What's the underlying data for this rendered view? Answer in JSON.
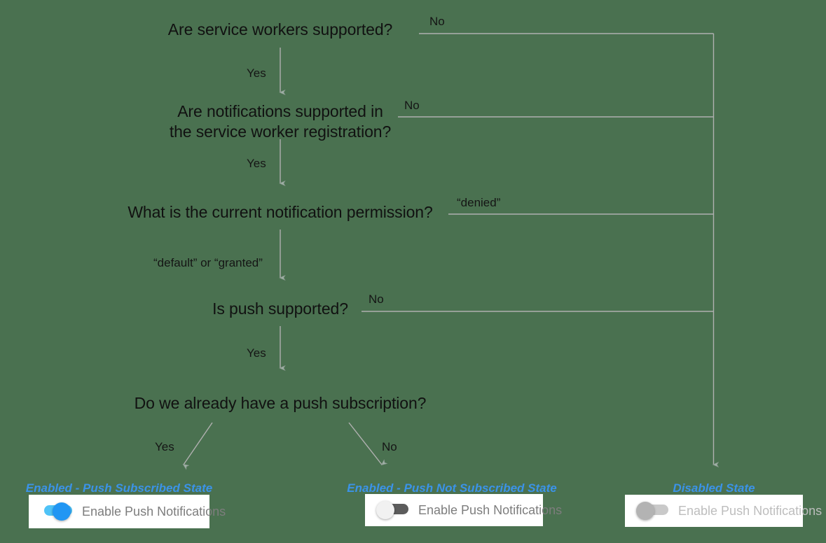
{
  "diagram": {
    "title": "Push notification UI state decision flow",
    "background_color": "#4a7150",
    "edge_color": "#b0b0b0",
    "node_text_color": "#111111",
    "state_label_color": "#3b93e8",
    "nodes": [
      {
        "id": "n1",
        "text": "Are service workers supported?"
      },
      {
        "id": "n2",
        "text": "Are notifications supported in\nthe service worker registration?"
      },
      {
        "id": "n3",
        "text": "What is the current notification permission?"
      },
      {
        "id": "n4",
        "text": "Is push supported?"
      },
      {
        "id": "n5",
        "text": "Do we already have a push subscription?"
      }
    ],
    "edge_labels": [
      {
        "id": "e1-no",
        "text": "No"
      },
      {
        "id": "e1-yes",
        "text": "Yes"
      },
      {
        "id": "e2-no",
        "text": "No"
      },
      {
        "id": "e2-yes",
        "text": "Yes"
      },
      {
        "id": "e3-denied",
        "text": "“denied”"
      },
      {
        "id": "e3-default",
        "text": "“default” or “granted”"
      },
      {
        "id": "e4-no",
        "text": "No"
      },
      {
        "id": "e4-yes",
        "text": "Yes"
      },
      {
        "id": "e5-yes",
        "text": "Yes"
      },
      {
        "id": "e5-no",
        "text": "No"
      }
    ],
    "outcomes": [
      {
        "id": "outcome-subscribed",
        "state_label": "Enabled - Push Subscribed State",
        "toggle": {
          "label": "Enable Push Notifications",
          "state": "on"
        }
      },
      {
        "id": "outcome-not-subscribed",
        "state_label": "Enabled - Push Not Subscribed State",
        "toggle": {
          "label": "Enable Push Notifications",
          "state": "off"
        }
      },
      {
        "id": "outcome-disabled",
        "state_label": "Disabled State",
        "toggle": {
          "label": "Enable Push Notifications",
          "state": "disabled"
        }
      }
    ]
  }
}
